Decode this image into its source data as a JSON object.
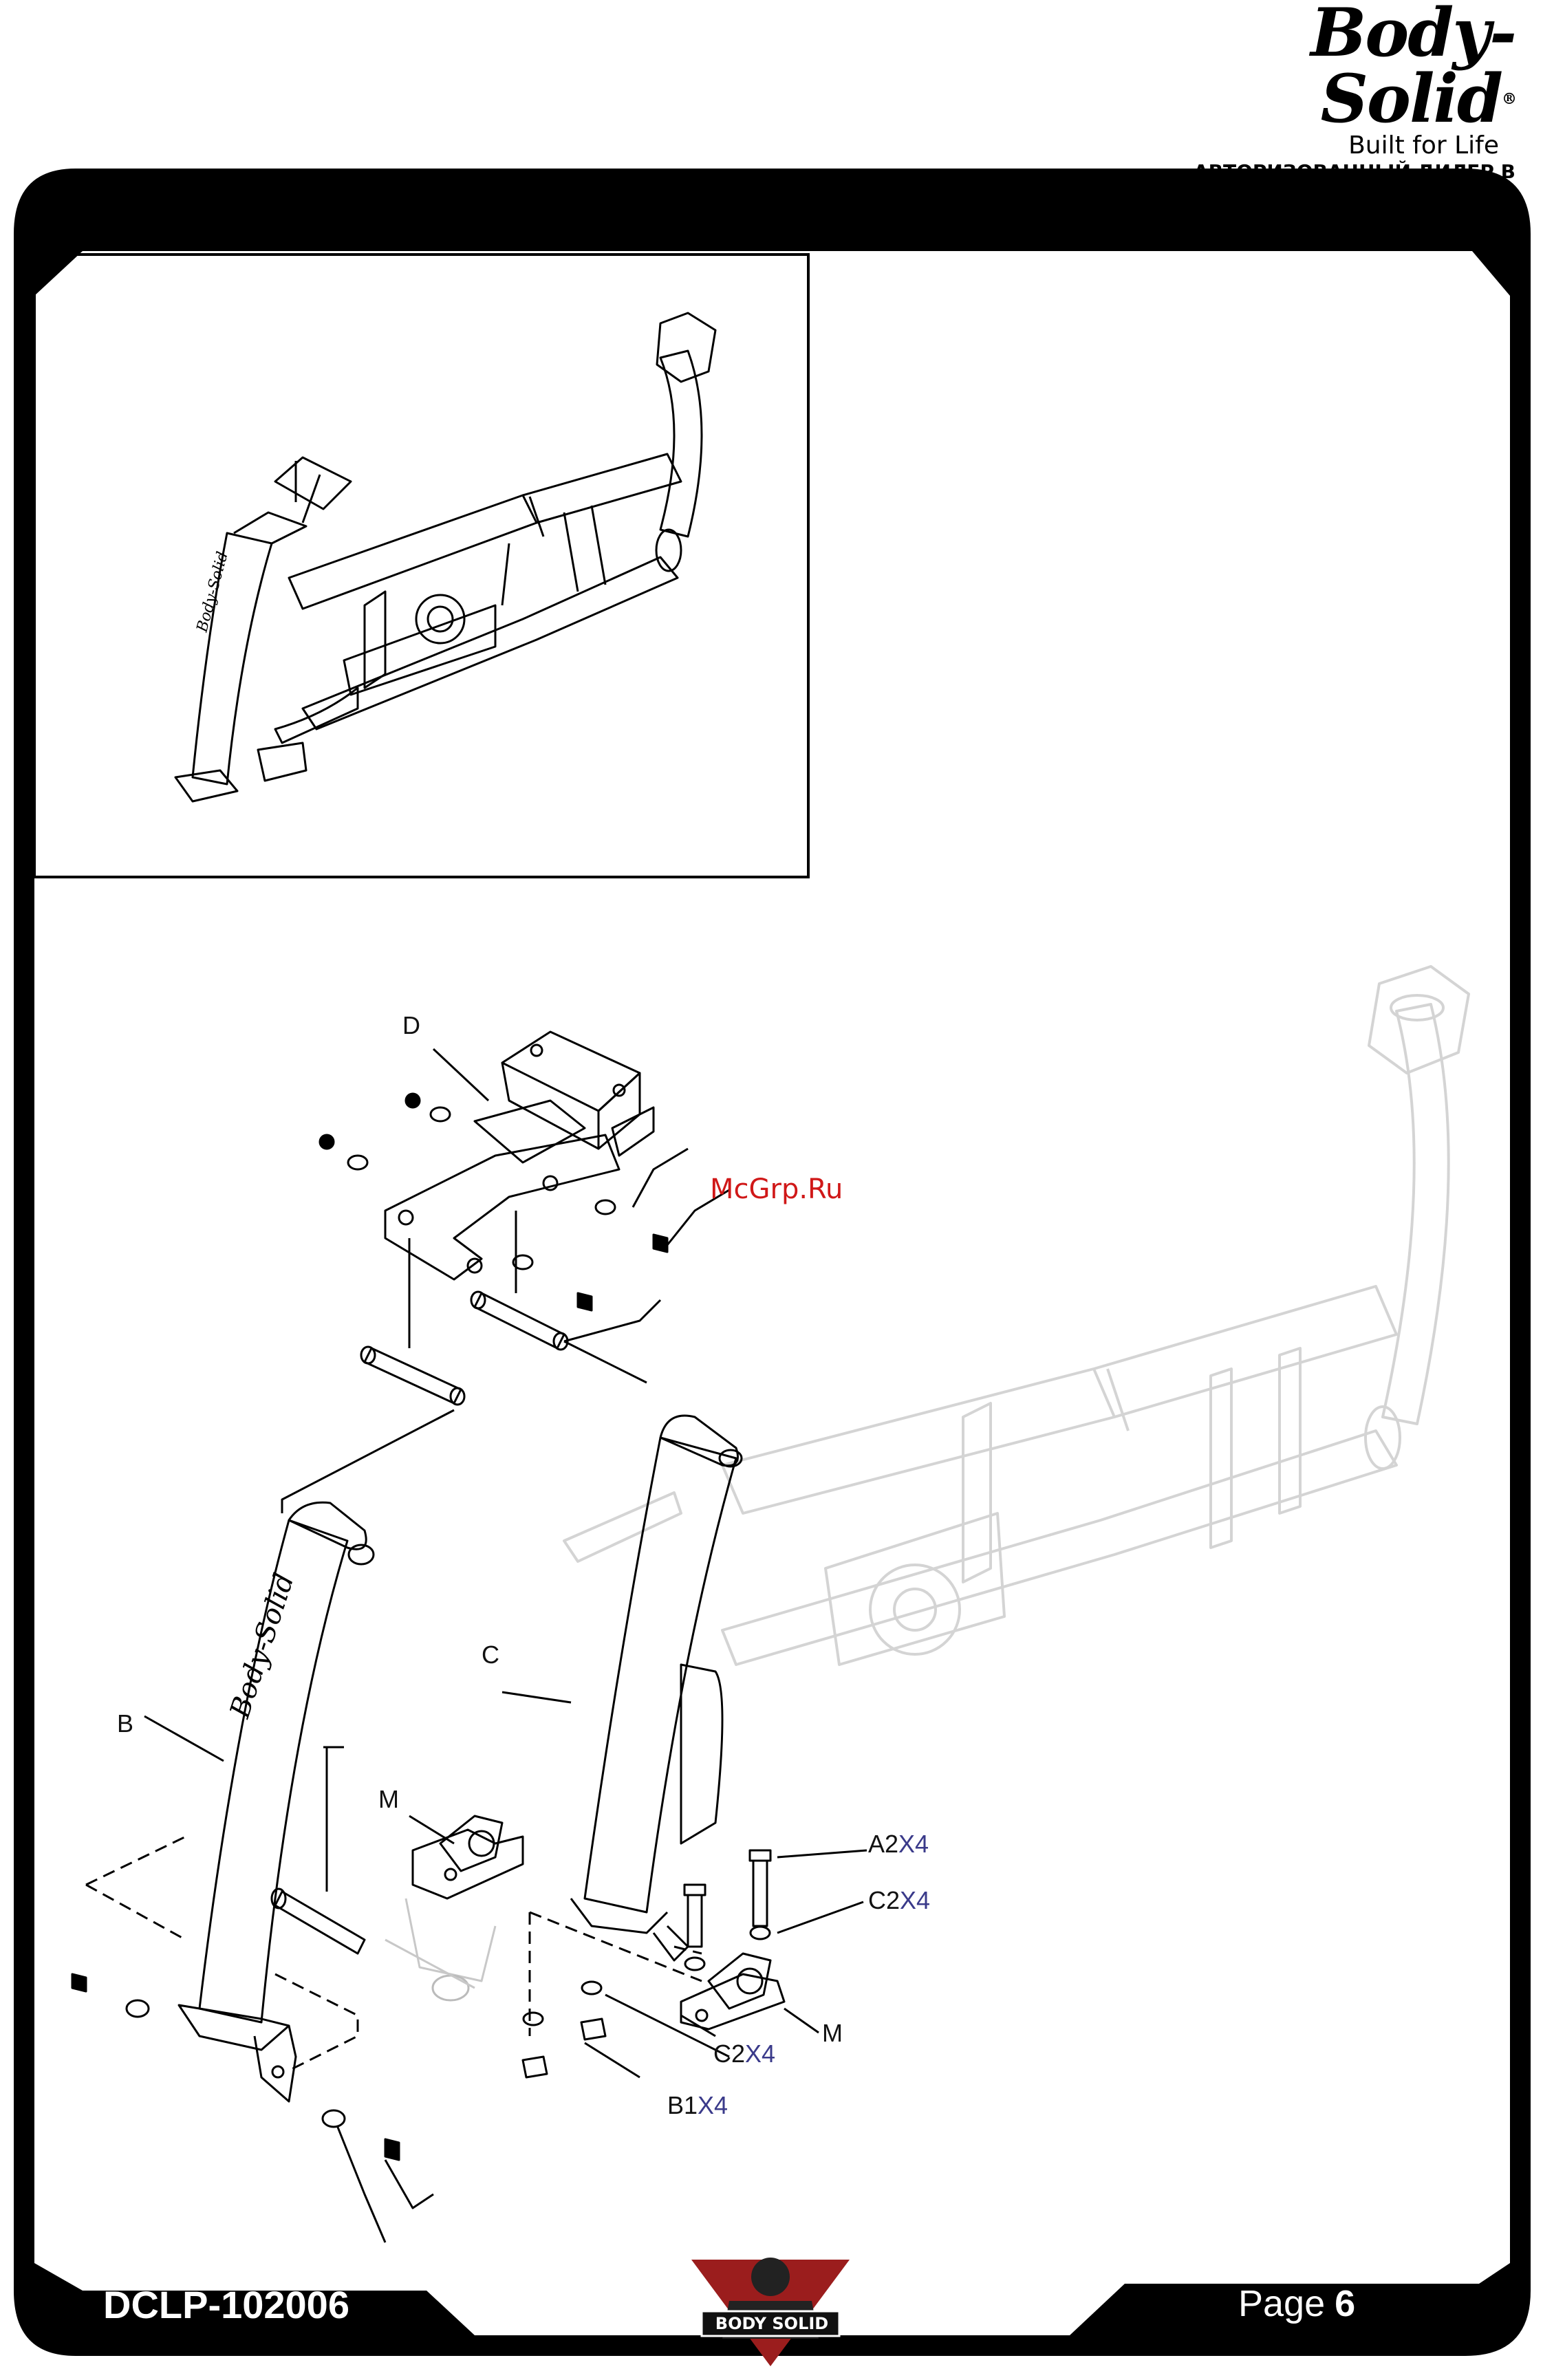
{
  "brand": {
    "name": "Body-Solid",
    "registered": "®",
    "tagline": "Built for Life",
    "dealer": "АВТОРИЗОВАННЫЙ ДИЛЕР В РОССИИ"
  },
  "footer": {
    "model": "DCLP-102006",
    "page_label": "Page",
    "page_number": "6"
  },
  "watermark": "McGrp.Ru",
  "mascot_logo_text": "BODY SOLID",
  "parts": [
    {
      "id": "D",
      "label": "D"
    },
    {
      "id": "C",
      "label": "C"
    },
    {
      "id": "B",
      "label": "B"
    },
    {
      "id": "M1",
      "label": "M"
    },
    {
      "id": "M2",
      "label": "M"
    },
    {
      "id": "A2",
      "label": "A2",
      "qty": "X4"
    },
    {
      "id": "C2a",
      "label": "C2",
      "qty": "X4"
    },
    {
      "id": "C2b",
      "label": "C2",
      "qty": "X4"
    },
    {
      "id": "B1",
      "label": "B1",
      "qty": "X4"
    }
  ]
}
